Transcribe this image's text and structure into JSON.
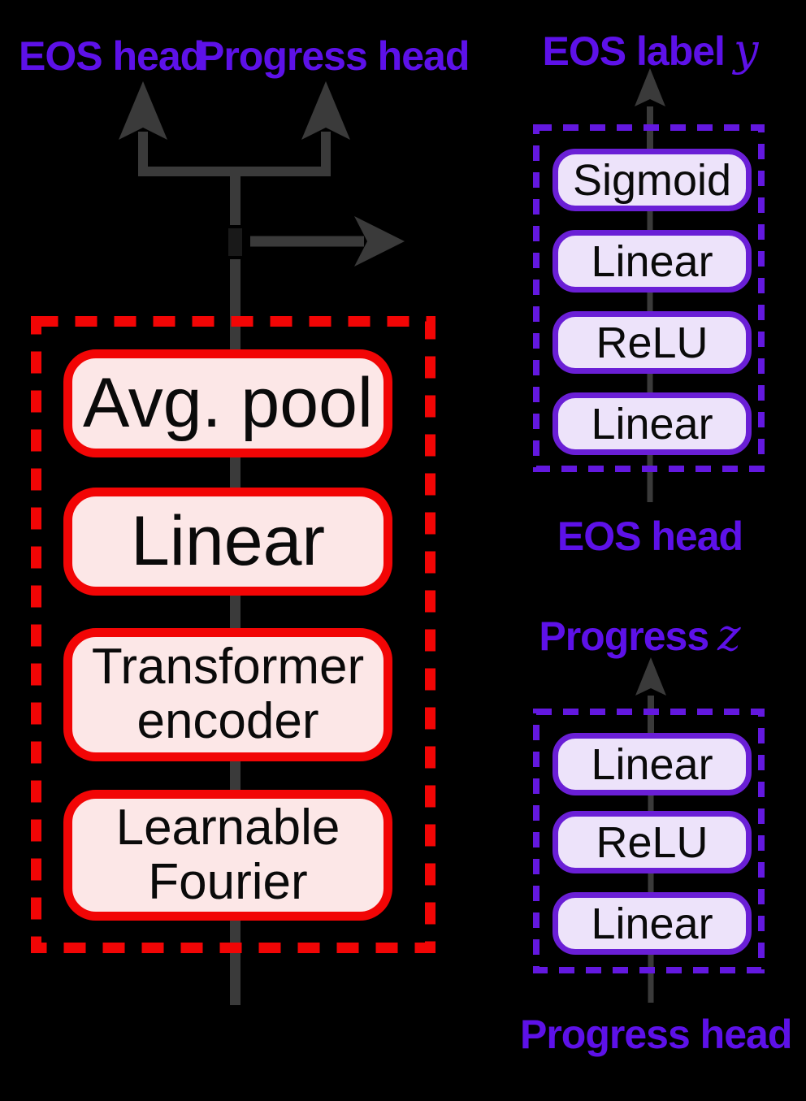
{
  "figure": {
    "type": "neural-network-architecture-diagram",
    "top_labels": {
      "eos": "EOS head",
      "progress": "Progress head"
    },
    "backbone": {
      "blocks": [
        "Avg. pool",
        "Linear",
        "Transformer encoder",
        "Learnable Fourier"
      ]
    },
    "eos_head": {
      "output_label": "EOS label",
      "output_var": "y",
      "layers": [
        "Sigmoid",
        "Linear",
        "ReLU",
        "Linear"
      ],
      "caption": "EOS head"
    },
    "progress_head": {
      "output_label": "Progress",
      "output_var": "z",
      "layers": [
        "Linear",
        "ReLU",
        "Linear"
      ],
      "caption": "Progress head"
    },
    "colors": {
      "background": "#000000",
      "label_purple": "#5D11E8",
      "purple_block_border": "#6A1FD6",
      "purple_dash": "#6318DF",
      "lavender_fill": "#EDE3FA",
      "red_dash_border": "#F20505",
      "pink_fill": "#FCE7E7",
      "connector_gray": "#3A3A3A",
      "block_text": "#0A0A0A"
    }
  }
}
